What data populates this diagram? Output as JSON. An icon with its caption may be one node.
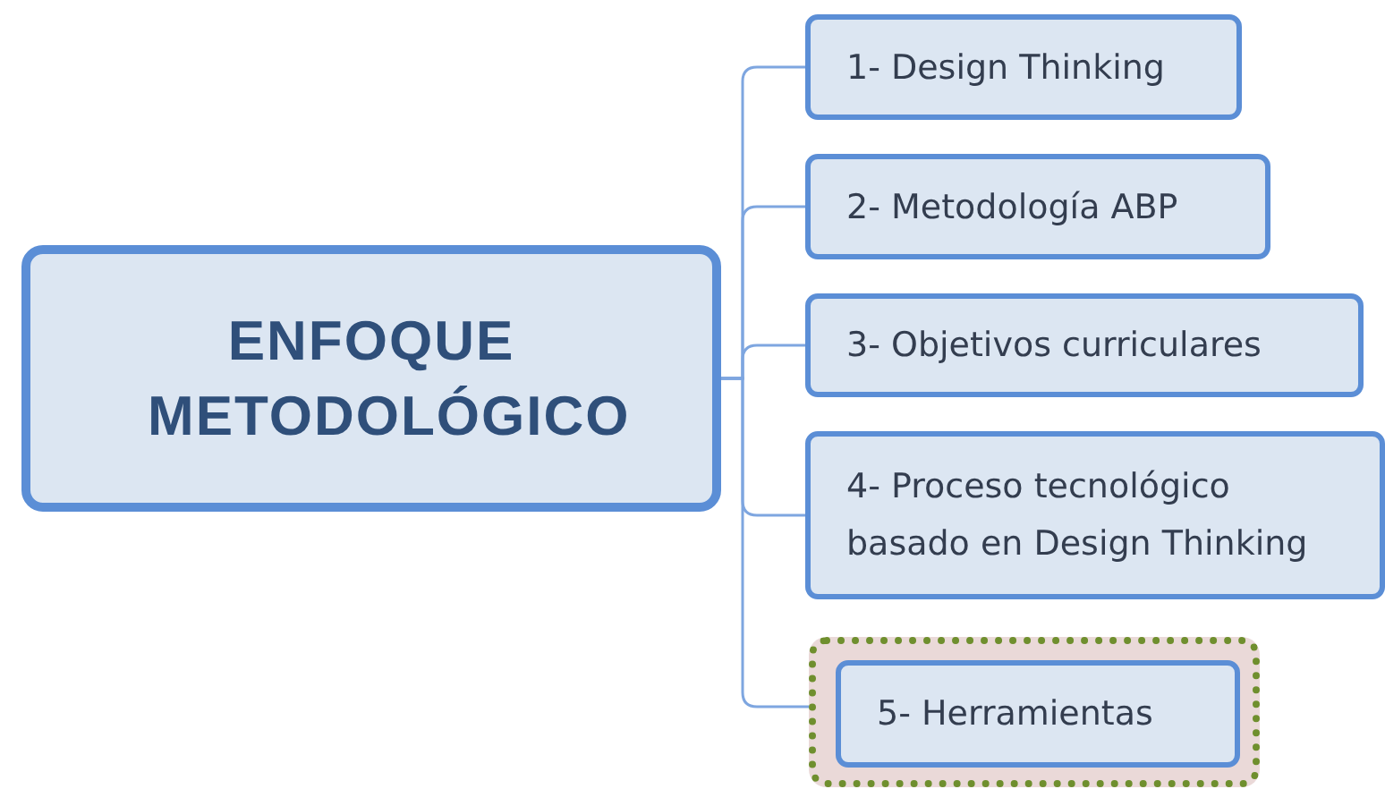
{
  "diagram": {
    "nodes": [
      {
        "text": [
          "ENFOQUE METODOLÓGICO"
        ]
      },
      {
        "text": [
          "1- Design Thinking"
        ]
      },
      {
        "text": [
          "2- Metodología ABP"
        ]
      },
      {
        "text": [
          "3- Objetivos curriculares"
        ]
      },
      {
        "text": [
          "4- Proceso tecnológico basado en Design Thinking"
        ]
      },
      {
        "text": [],
        "shape": "box"
      },
      {
        "text": [
          "5- Herramientas"
        ],
        "in": 5
      }
    ],
    "edges": [
      {
        "from": 0,
        "to": 1,
        "arrow": "none"
      },
      {
        "from": 0,
        "to": 2,
        "arrow": "none"
      },
      {
        "from": 0,
        "to": 3,
        "arrow": "none"
      },
      {
        "from": 0,
        "to": 4,
        "arrow": "none"
      },
      {
        "from": 0,
        "to": 6,
        "arrow": "none"
      }
    ]
  }
}
